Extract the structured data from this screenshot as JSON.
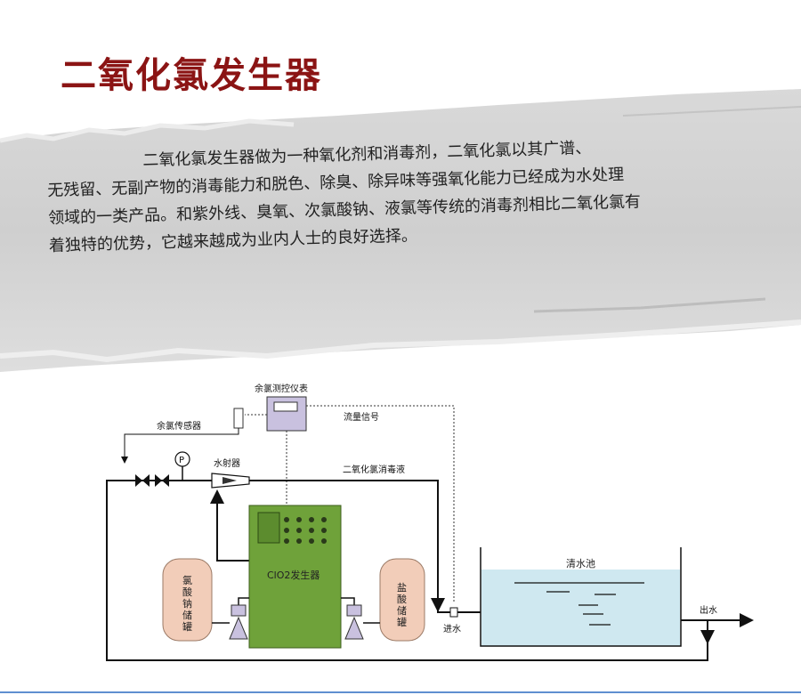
{
  "title": "二氧化氯发生器",
  "paragraph": [
    "二氧化氯发生器做为一种氧化剂和消毒剂，二氧化氯以其广谱、",
    "无残留、无副产物的消毒能力和脱色、除臭、除异味等强氧化能力已经成为水处理",
    "领域的一类产品。和紫外线、臭氧、次氯酸钠、液氯等传统的消毒剂相比二氧化氯有",
    "着独特的优势，它越来越成为业内人士的良好选择。"
  ],
  "diagram": {
    "controller_label": "余氯测控仪表",
    "flow_signal_label": "流量信号",
    "sensor_label": "余氯传感器",
    "ejector_label": "水射器",
    "disinfectant_label": "二氧化氯消毒液",
    "generator_label": "ClO2发生器",
    "left_tank_label": "氯酸钠储罐",
    "right_tank_label": "盐酸储罐",
    "pool_label": "清水池",
    "inlet_label": "进水",
    "outlet_label": "出水",
    "pressure_gauge_letter": "P"
  },
  "colors": {
    "title": "#8b1414",
    "generator": "#6fa23a",
    "tank": "#f2cdb9",
    "pool": "#cfe8f0",
    "controller": "#c9c1df"
  }
}
